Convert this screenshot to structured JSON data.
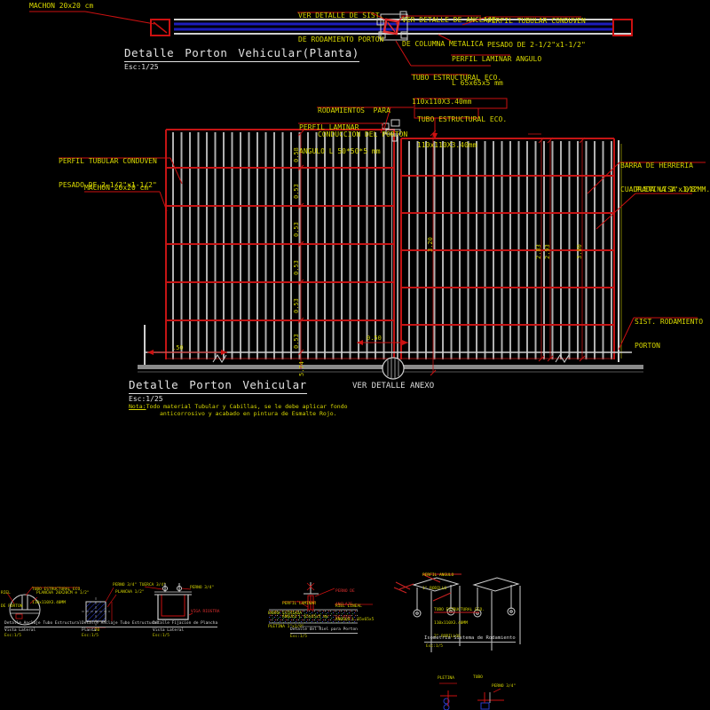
{
  "colors": {
    "red": "#cc1111",
    "yellow": "#d8d800",
    "white": "#dedede",
    "blue": "#1d1dbb"
  },
  "plan": {
    "title": "Detalle Porton Vehicular(Planta)",
    "scale": "Esc:1/25",
    "machon": "MACHON 20x20 cm",
    "ver_rodamiento_1": "VER DETALLE DE SIST.",
    "ver_rodamiento_2": "DE RODAMIENTO PORTON",
    "ver_anclaje_1": "VER DETALLE DE ANCLAJE",
    "ver_anclaje_2": "DE COLUMNA METALICA",
    "perfil_tubular_1": "PERFIL TUBULAR CONDUVEN",
    "perfil_tubular_2": "PESADO DE 2-1/2\"x1-1/2\"",
    "perfil_laminar_1": "PERFIL LAMINAR ANGULO",
    "perfil_laminar_2": "L 65x65x5 mm",
    "tubo_1": "TUBO ESTRUCTURAL ECO.",
    "tubo_2": "110x110X3.40mm"
  },
  "elevation": {
    "title": "Detalle Porton Vehicular",
    "scale": "Esc:1/25",
    "nota_label": "Nota:",
    "nota_1": "Todo material Tubular y Cabillas, se le debe aplicar fondo",
    "nota_2": "anticorrosivo y acabado en pintura de Esmalte Rojo.",
    "ver_detalle_anexo": "VER DETALLE ANEXO",
    "rodamientos_1": "RODAMIENTOS  PARA",
    "rodamientos_2": "CONDUCCION DEL PORTON",
    "perfil_laminar_1": "PERFIL LAMINAR",
    "perfil_laminar_2": "ANGULO L 50*50*5 mm",
    "tubo_1": "TUBO ESTRUCTURAL ECO.",
    "tubo_2": "110x110X3.40mm",
    "perfil_tubular_1": "PERFIL TUBULAR CONDUVEN",
    "perfil_tubular_2": "PESADO DE 2-1/2\"x1-1/2\"",
    "machon": "MACHON 20x20 cm",
    "barra_1": "BARRA DE HERRERIA",
    "barra_2": "CUADRADA LISA .012MM.",
    "pletina": "PLETINA 1\"x1/8\"",
    "sist_1": "SIST. RODAMIENTO",
    "sist_2": "PORTON",
    "dims": {
      "chain": [
        "0.58",
        "0.53",
        "0.53",
        "0.53",
        "0.53",
        "0.53"
      ],
      "total_left": "5.74",
      "h_left": "3.20",
      "h1": "2.83",
      "h2": "2.93",
      "h3": "3.00",
      "w1": ".50",
      "w2": "0.50"
    }
  },
  "details": {
    "d1": {
      "title": "Detalle Anclaje Tubo Estructural",
      "subtitle": "Vista Lateral",
      "scale": "Esc:1/5",
      "tubo_1": "TUBO ESTRUCTURAL ECO.",
      "tubo_2": "110x110X3.40MM",
      "plancha": "PLANCHA 20X20CM e 1/2\"",
      "riel_1": "RIEL",
      "riel_2": "DE PORTON"
    },
    "d2": {
      "title": "Detalle Anclaje Tubo Estructural",
      "subtitle": "Planta",
      "scale": "Esc:1/5",
      "perno": "PERNO 3/4\"",
      "plancha": "PLANCHA 1/2\"",
      "dim": ".20"
    },
    "d3": {
      "title": "Detalle Fijacion de Plancha",
      "subtitle": "Vista Lateral",
      "scale": "Esc:1/5",
      "tuerca": "TUERCA 3/4\"",
      "perno": "PERNO 3/4\"",
      "viga": "VIGA RIOSTRA"
    },
    "d4": {
      "title": "Detalle del Riel para Porton",
      "scale": "Esc:1/5",
      "perno_1": "PERNO DE",
      "perno_2": "ANCLAJE",
      "perno_3": "DE RIEL",
      "riel_1": "RIEL LINEAL",
      "riel_2": "ANGULO L 65x65x5",
      "perfil_1": "PERFIL LAMINAR",
      "perfil_2": "ANGULO L 65x65x5 mm",
      "barra_1": "BARRA ESTRIADA",
      "barra_2": "PLETINA 1\"x1/8\""
    },
    "d5": {
      "title": "Isometria Sistema de Rodamiento",
      "scale": "Esc:1/5",
      "perfil_1": "PERFIL ANGULO",
      "perfil_2": "1\" RODILLO",
      "tubo_1": "TUBO ESTRUCTURAL ECO.",
      "tubo_2": "110x110X3.40MM",
      "tubo_3": "2\" RODILLOS"
    },
    "d6": {
      "pletina": "PLETINA",
      "tubo": "TUBO",
      "perno": "PERNO 3/4\""
    }
  }
}
